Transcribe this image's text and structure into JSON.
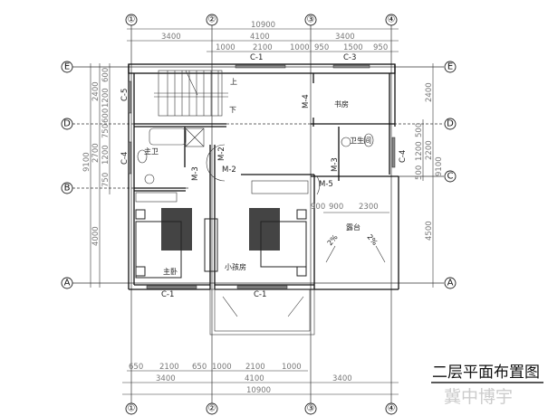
{
  "grid": {
    "cols": [
      "①",
      "②",
      "③",
      "④"
    ],
    "rows_left": [
      "E",
      "D",
      "B",
      "A"
    ],
    "rows_right": [
      "E",
      "D",
      "C",
      "A"
    ]
  },
  "dims_top": {
    "total": "10900",
    "bays": [
      "3400",
      "4100",
      "3400"
    ],
    "sub": [
      "1000",
      "2100",
      "1000",
      "950",
      "1500",
      "950"
    ]
  },
  "dims_bottom": {
    "sub": [
      "650",
      "2100",
      "650",
      "1000",
      "2100",
      "1000"
    ],
    "bays": [
      "3400",
      "4100",
      "3400"
    ],
    "total": "10900"
  },
  "dims_left": {
    "total": "9100",
    "mid": [
      "2400",
      "2700",
      "4000"
    ],
    "sub": [
      "600",
      "1200",
      "600",
      "750",
      "1200",
      "750"
    ]
  },
  "dims_right": {
    "total": "9100",
    "mid": [
      "2400",
      "2200",
      "4500"
    ],
    "sub": [
      "500",
      "1200",
      "500"
    ]
  },
  "terrace_dims": [
    "900",
    "900",
    "2300"
  ],
  "rooms": {
    "master_bedroom": "主卧",
    "kids_room": "小孩房",
    "study": "书房",
    "bathroom": "卫生间",
    "master_bath": "主卫",
    "terrace": "露台",
    "stair_up": "上",
    "stair_down": "下",
    "slope1": "2%",
    "slope2": "2%"
  },
  "openings": {
    "c1_top": "C-1",
    "c3_top": "C-3",
    "c5": "C-5",
    "c4_left": "C-4",
    "c4_right": "C-4",
    "m2_a": "M-2",
    "m2_b": "M-2",
    "m3_a": "M-3",
    "m3_b": "M-3",
    "m4": "M-4",
    "m5": "M-5",
    "c1_bottom_a": "C-1",
    "c1_bottom_b": "C-1"
  },
  "title": "二层平面布置图",
  "watermark": "冀中博宇"
}
